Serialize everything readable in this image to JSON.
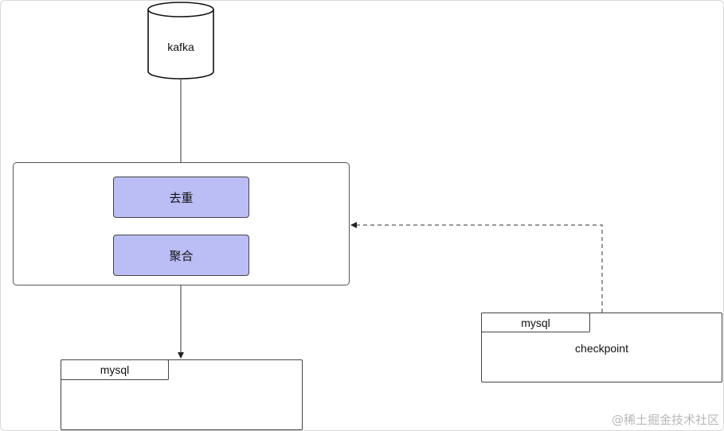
{
  "kafka": {
    "label": "kafka"
  },
  "processor": {
    "steps": [
      {
        "label": "去重"
      },
      {
        "label": "聚合"
      }
    ]
  },
  "output_store": {
    "tab": "mysql"
  },
  "checkpoint_store": {
    "tab": "mysql",
    "label": "checkpoint"
  },
  "watermark": "@稀土掘金技术社区",
  "colors": {
    "step_fill": "#bbbdf5",
    "border": "#444444",
    "watermark": "#b8b8b8"
  }
}
